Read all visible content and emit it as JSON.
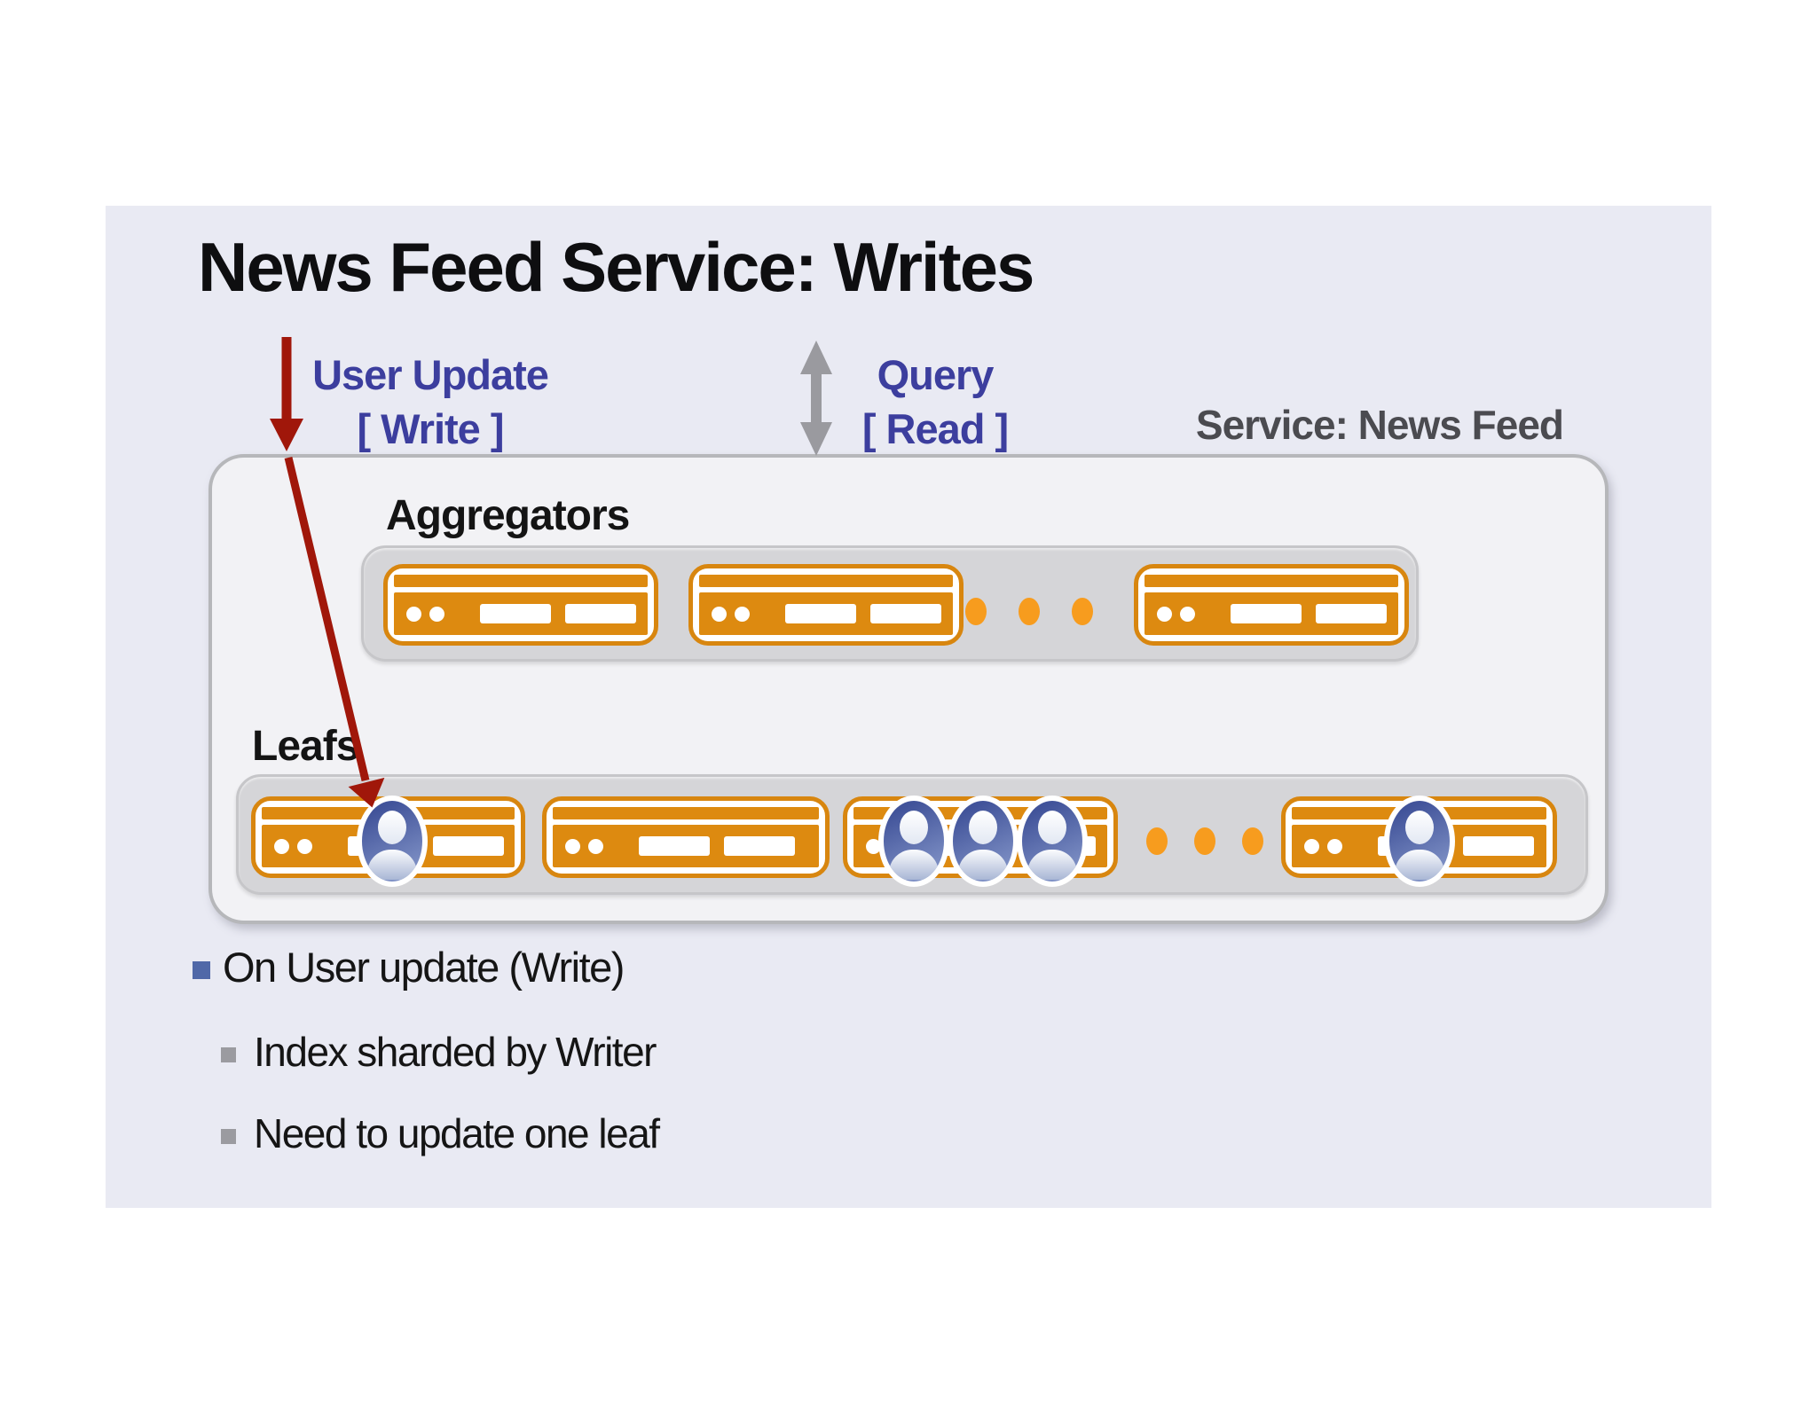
{
  "title": "News Feed Service: Writes",
  "service_label": "Service: News Feed",
  "arrow_labels": {
    "user_update_line1": "User Update",
    "user_update_line2": "[ Write ]",
    "query_line1": "Query",
    "query_line2": "[ Read ]"
  },
  "diagram": {
    "aggregators_label": "Aggregators",
    "leafs_label": "Leafs",
    "aggregator_servers_shown": 3,
    "leaf_servers_shown": 4,
    "leaf_avatar_counts": [
      1,
      0,
      3,
      1
    ],
    "more_servers_indicator": "three orange dots"
  },
  "bullets": {
    "level1": "On User update (Write)",
    "level2": [
      "Index sharded by Writer",
      "Need to update one leaf"
    ]
  },
  "icons": {
    "server": "server-icon",
    "user": "user-avatar-icon",
    "ellipsis": "ellipsis-dots-icon",
    "write_arrow": "down-arrow-icon",
    "read_write_arrow": "double-headed-arrow-icon"
  },
  "colors": {
    "slide_background": "#e9eaf3",
    "container_fill": "#f2f2f5",
    "strip_fill": "#d5d5d8",
    "server_orange": "#dd8a10",
    "dot_orange": "#f79c1e",
    "arrow_red": "#a0170a",
    "arrow_gray": "#9a9a9f",
    "label_blue": "#3c3e9e",
    "service_text_gray": "#4b4b50",
    "avatar_blue": "#41539a",
    "bullet_square_blue": "#5068a8",
    "bullet_square_gray": "#9b9ba0"
  }
}
